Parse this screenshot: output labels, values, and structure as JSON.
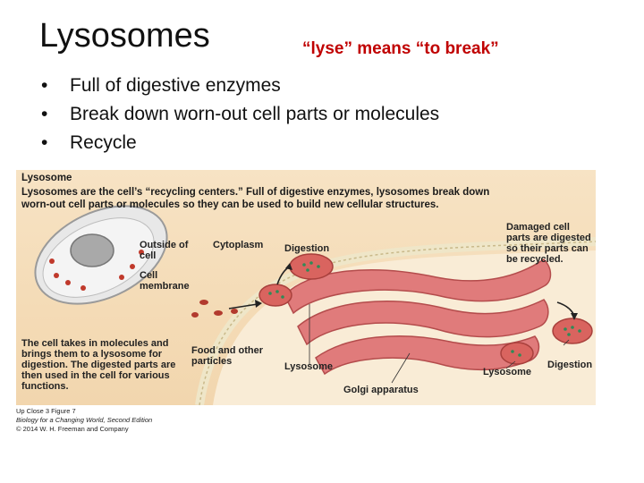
{
  "slide": {
    "title": "Lysosomes",
    "subtitle": "“lyse” means “to break”",
    "bullets": [
      "Full of digestive enzymes",
      "Break down worn-out cell parts or molecules",
      "Recycle"
    ]
  },
  "figure": {
    "heading": "Lysosome",
    "description": "Lysosomes are the cell’s “recycling centers.” Full of digestive enzymes, lysosomes break down worn-out cell parts or molecules so they can be used to build new cellular structures.",
    "labels": {
      "outside_cell": "Outside of cell",
      "cytoplasm": "Cytoplasm",
      "digestion_top": "Digestion",
      "cell_membrane": "Cell membrane",
      "damaged": "Damaged cell parts are digested so their parts can be recycled.",
      "takes_in": "The cell takes in molecules and brings them to a lysosome for digestion. The digested parts are then used in the cell for various functions.",
      "food": "Food and other particles",
      "lysosome_left": "Lysosome",
      "lysosome_right": "Lysosome",
      "digestion_right": "Digestion",
      "golgi": "Golgi apparatus"
    },
    "credit": {
      "line1": "Up Close 3 Figure 7",
      "line2": "Biology for a Changing World, Second Edition",
      "line3": "© 2014 W. H. Freeman and Company"
    },
    "colors": {
      "background": "#f4dbb6",
      "golgi": "#e07b7b",
      "lysosome": "#d9645f",
      "enzyme_dots": "#2e8b57",
      "membrane": "#efe6c8"
    }
  }
}
